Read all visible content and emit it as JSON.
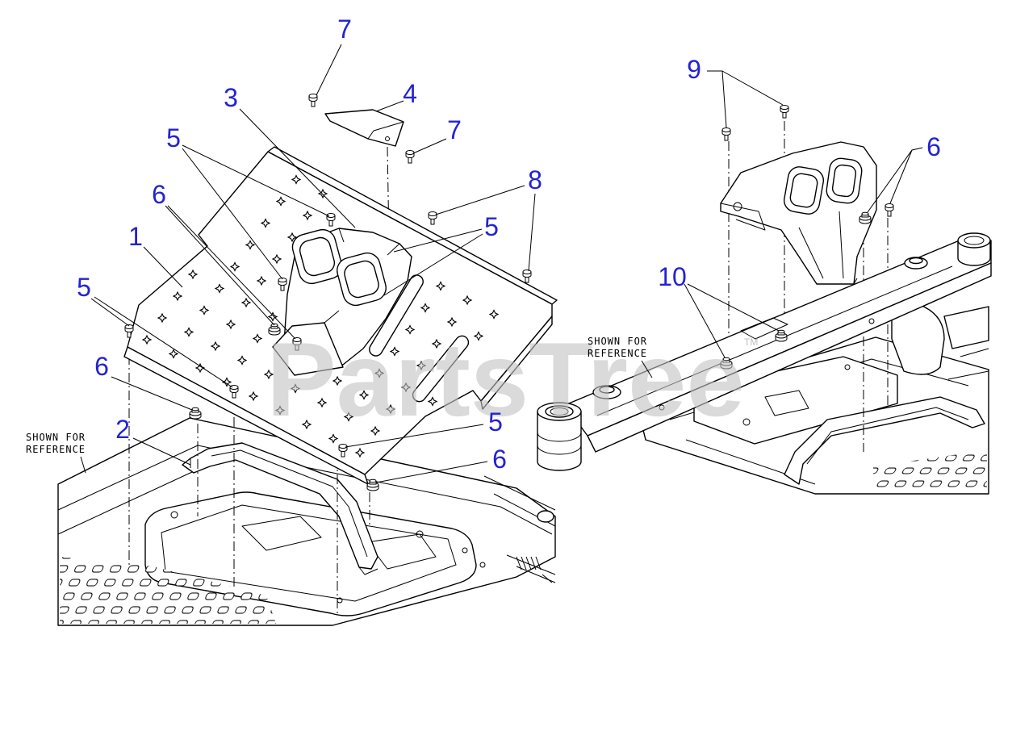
{
  "callouts": [
    "7",
    "4",
    "3",
    "7",
    "5",
    "8",
    "6",
    "5",
    "1",
    "5",
    "6",
    "2",
    "5",
    "6",
    "9",
    "6",
    "10"
  ],
  "reference_notes": [
    {
      "line1": "SHOWN FOR",
      "line2": "REFERENCE"
    },
    {
      "line1": "SHOWN FOR",
      "line2": "REFERENCE"
    }
  ],
  "watermark": {
    "text": "PartsTree",
    "tm": "TM"
  },
  "colors": {
    "callout": "#2323d2",
    "line": "#000000",
    "watermark": "#c2c2c2",
    "background": "#ffffff"
  }
}
